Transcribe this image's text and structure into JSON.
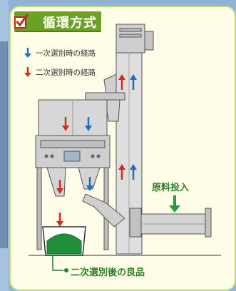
{
  "title": "循環方式",
  "legend": {
    "blue_label": "一次選別時の経路",
    "red_label": "二次選別時の経路"
  },
  "labels": {
    "input": "原料投入",
    "output": "二次選別後の良品"
  },
  "colors": {
    "blue_arrow": "#1f6fc1",
    "red_arrow": "#d52b1e",
    "green": "#2d7d2a",
    "accent_green": "#6aa126"
  }
}
